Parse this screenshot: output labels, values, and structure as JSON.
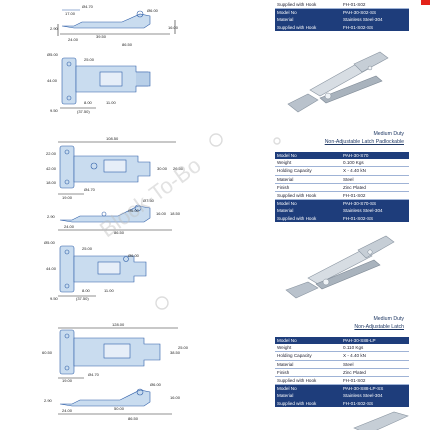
{
  "watermark": "Block-To-Bo",
  "colors": {
    "header_bg": "#1e3d7b",
    "accent_red": "#e32219",
    "text": "#1f3864"
  },
  "top_table": {
    "rows": [
      {
        "k": "Supplied with Hook",
        "v": "FH-01-S02",
        "style": "rw"
      },
      {
        "k": "Model No",
        "v": "PAH-30-S02-SS",
        "style": "ss"
      },
      {
        "k": "Material",
        "v": "Stainless Steel-304",
        "style": "ss"
      },
      {
        "k": "Supplied with Hook",
        "v": "FH-01-S02-SS",
        "style": "ss"
      }
    ]
  },
  "section2": {
    "title": "Medium Duty",
    "subtitle": "Non-Adjustable Latch Padlockable",
    "rows": [
      {
        "k": "Model No",
        "v": "PAH-30-S70",
        "style": "hd"
      },
      {
        "k": "Weight",
        "v": "0.100 Kgs",
        "style": "rw"
      },
      {
        "k": "Holding Capacity",
        "v": "X - 4.40 kN",
        "style": "rw"
      },
      {
        "k": "Material",
        "v": "Steel",
        "style": "rw"
      },
      {
        "k": "Finish",
        "v": "Zinc Plated",
        "style": "rw"
      },
      {
        "k": "Supplied with Hook",
        "v": "FH-01-S02",
        "style": "rw"
      },
      {
        "k": "Model No",
        "v": "PAH-30-S70-SS",
        "style": "ss"
      },
      {
        "k": "Material",
        "v": "Stainless Steel-304",
        "style": "ss"
      },
      {
        "k": "Supplied with Hook",
        "v": "FH-01-S02-SS",
        "style": "ss"
      }
    ]
  },
  "section3": {
    "title": "Medium Duty",
    "subtitle": "Non-Adjustable Latch",
    "rows": [
      {
        "k": "Model No",
        "v": "PAH-30-S88-LP",
        "style": "hd"
      },
      {
        "k": "Weight",
        "v": "0.110 Kgs",
        "style": "rw"
      },
      {
        "k": "Holding Capacity",
        "v": "X - 4.40 kN",
        "style": "rw"
      },
      {
        "k": "Material",
        "v": "Steel",
        "style": "rw"
      },
      {
        "k": "Finish",
        "v": "Zinc Plated",
        "style": "rw"
      },
      {
        "k": "Supplied with Hook",
        "v": "FH-01-S02",
        "style": "rw"
      },
      {
        "k": "Model No",
        "v": "PAH-30-S88-LP-SS",
        "style": "ss"
      },
      {
        "k": "Material",
        "v": "Stainless Steel-304",
        "style": "ss"
      },
      {
        "k": "Supplied with Hook",
        "v": "FH-01-S02-SS",
        "style": "ss"
      }
    ]
  },
  "dims": {
    "d1_170": "17.00",
    "d1_470": "Ø4.70",
    "d1_600": "Ø6.00",
    "d1_290": "2.90",
    "d1_1600": "16.00",
    "d1_2400": "24.00",
    "d1_3850": "39.50",
    "d1_8650": "86.50",
    "d2_500": "Ø5.00",
    "d2_2500": "25.00",
    "d2_4400": "44.00",
    "d2_800": "8.00",
    "d2_1100": "11.00",
    "d2_950": "9.50",
    "d2_3750": "(37.50)",
    "d3_10850": "108.50",
    "d3_4200": "42.00",
    "d3_3000": "30.00",
    "d3_2650": "26.50",
    "d3_2200": "22.00",
    "d3_1800": "18.00",
    "d3_1900": "19.00",
    "d3_470": "Ø4.70",
    "d4_750": "Ø7.50",
    "d4_600": "Ø6.00",
    "d4_2900": "2.90",
    "d4_2400": "24.00",
    "d4_8650": "86.50",
    "d4_1600": "16.00",
    "d4_1850": "18.50",
    "d5_500": "Ø5.00",
    "d5_2500": "25.00",
    "d5_4400": "44.00",
    "d5_600": "Ø6.00",
    "d5_800": "8.00",
    "d5_1100": "11.00",
    "d5_950": "9.50",
    "d5_3750": "(37.50)",
    "d6_12800": "128.00",
    "d6_6050": "60.50",
    "d6_3880": "38.50",
    "d6_2500": "25.00",
    "d6_1900": "19.00",
    "d6_470": "Ø4.70",
    "d7_600": "Ø6.00",
    "d7_2900": "2.90",
    "d7_2400": "24.00",
    "d7_5000": "50.00",
    "d7_8650": "86.50",
    "d7_1600": "16.00"
  }
}
